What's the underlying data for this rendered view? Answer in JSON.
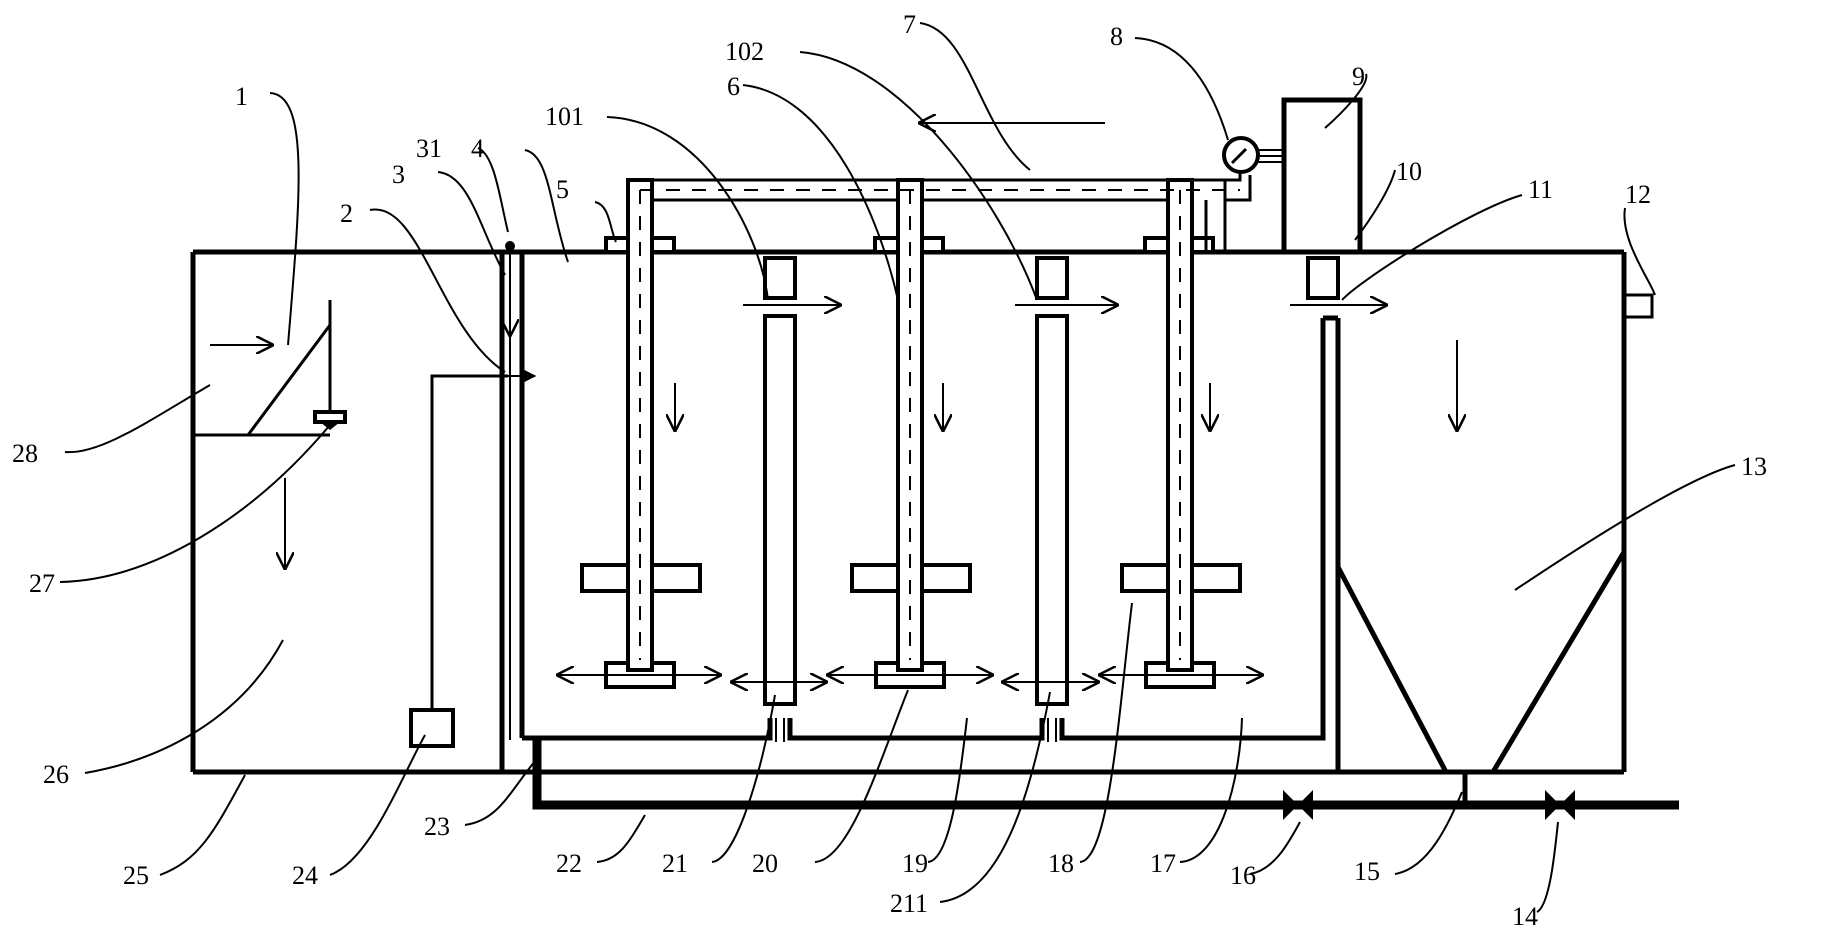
{
  "labels": {
    "l1": "1",
    "l2": "2",
    "l3": "3",
    "l31": "31",
    "l4": "4",
    "l5": "5",
    "l101": "101",
    "l6": "6",
    "l102": "102",
    "l7": "7",
    "l8": "8",
    "l9": "9",
    "l10": "10",
    "l11": "11",
    "l12": "12",
    "l13": "13",
    "l14": "14",
    "l15": "15",
    "l16": "16",
    "l17": "17",
    "l18": "18",
    "l19": "19",
    "l20": "20",
    "l21": "21",
    "l211": "211",
    "l22": "22",
    "l23": "23",
    "l24": "24",
    "l25": "25",
    "l26": "26",
    "l27": "27",
    "l28": "28"
  }
}
